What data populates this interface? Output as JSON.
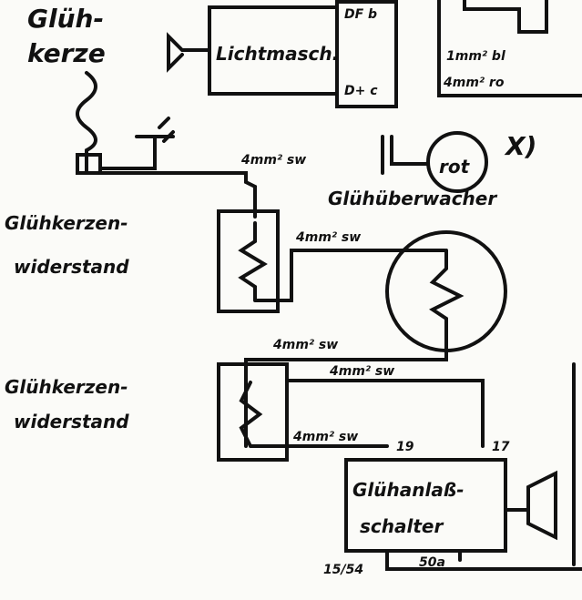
{
  "labels": {
    "gluehkerze": "Glüh-",
    "gluehkerze2": "kerze",
    "lichtmaschine": "Lichtmasch.",
    "df": "DF b",
    "dplus": "D+ c",
    "wire_1mm": "1mm² bl",
    "wire_4mm_top": "4mm² ro",
    "rot": "rot",
    "x_mark": "X)",
    "wire_a": "4mm² sw",
    "ueberwacher": "Glühüberwacher",
    "widerstand1a": "Glühkerzen-",
    "widerstand1b": "widerstand",
    "wire_b": "4mm² sw",
    "wire_c": "4mm² sw",
    "wire_d": "4mm² sw",
    "widerstand2a": "Glühkerzen-",
    "widerstand2b": "widerstand",
    "wire_e": "4mm² sw",
    "t19": "19",
    "t17": "17",
    "schalter_a": "Glühanlaß-",
    "schalter_b": "schalter",
    "t1554": "15/54",
    "t50a": "50a"
  }
}
